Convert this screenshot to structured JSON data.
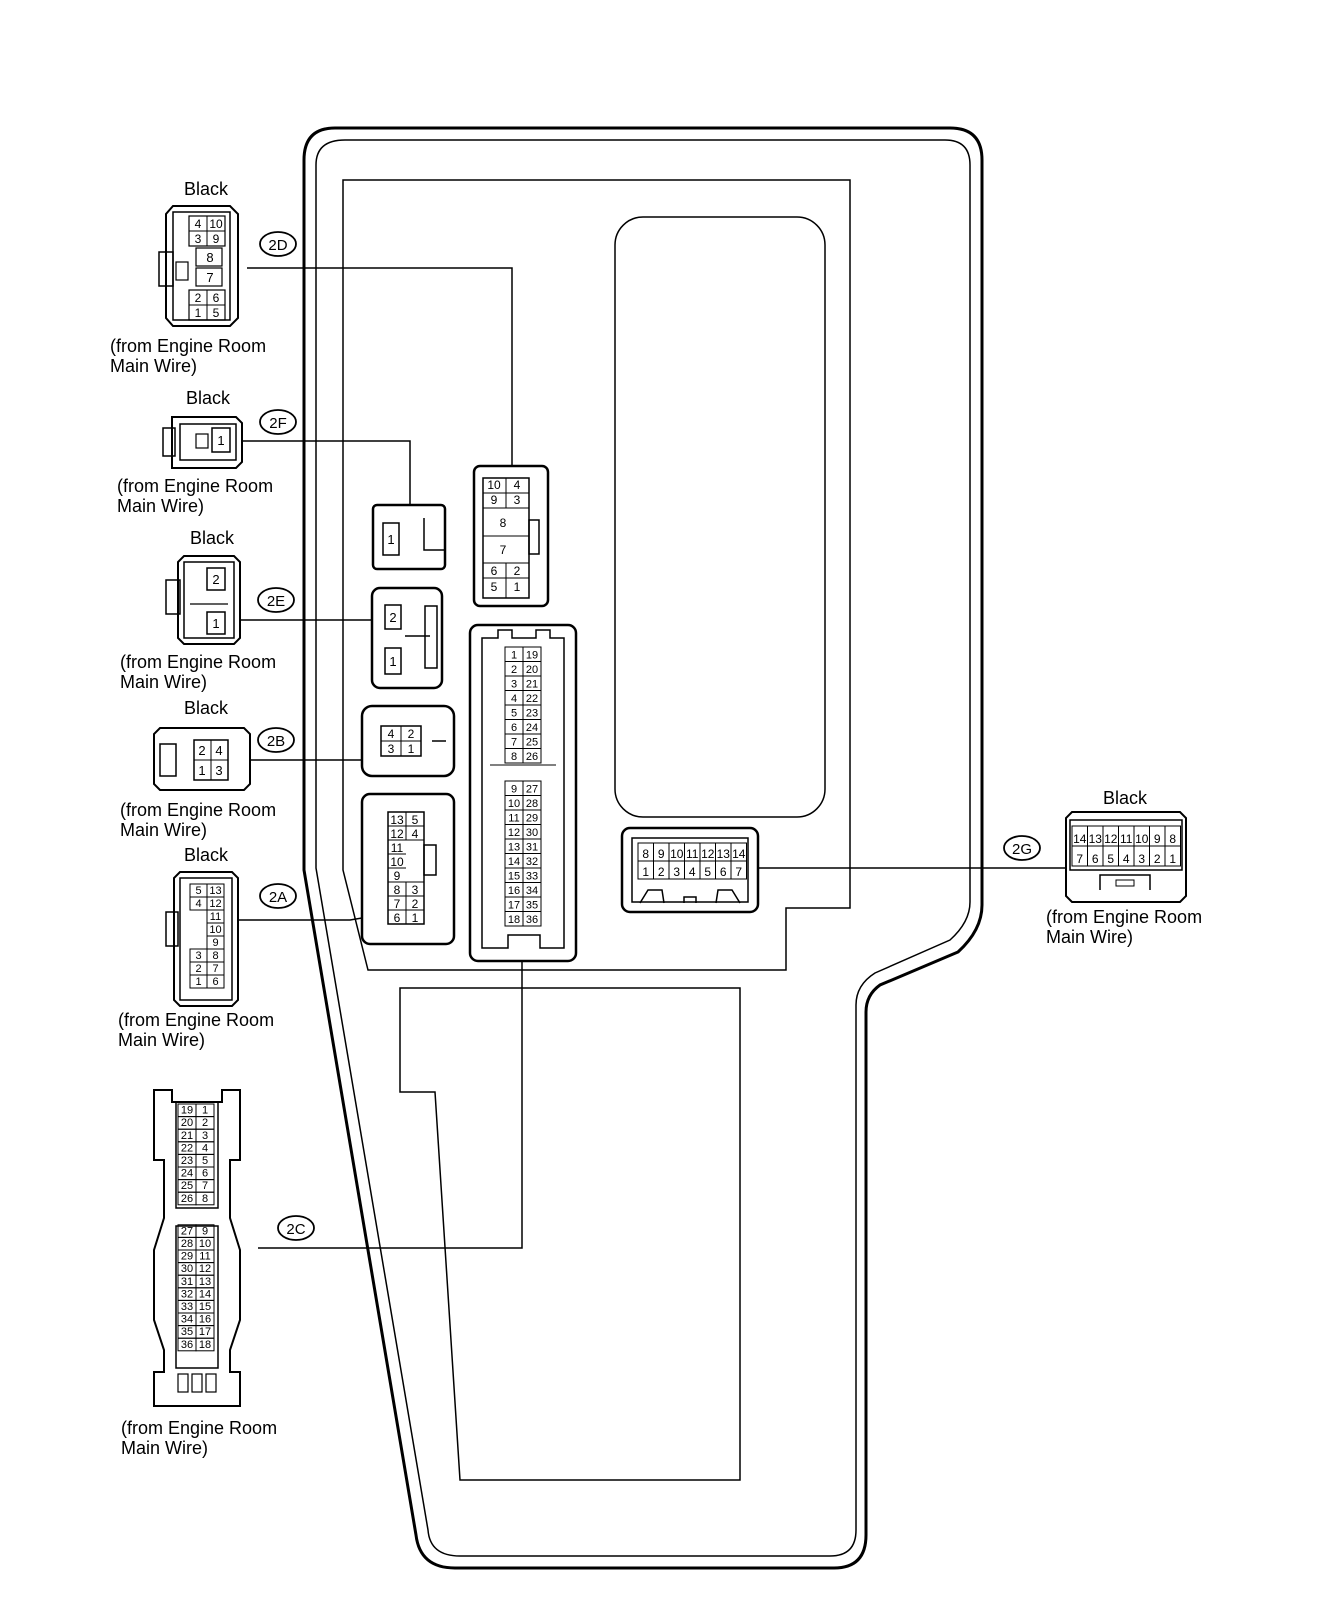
{
  "labels": {
    "color": "Black",
    "source_line1": "(from Engine Room",
    "source_line2": "Main Wire)"
  },
  "connectors": [
    {
      "id": "2D",
      "color": "Black",
      "pins": [
        "4",
        "10",
        "3",
        "9",
        "8",
        "7",
        "2",
        "6",
        "1",
        "5"
      ]
    },
    {
      "id": "2F",
      "color": "Black",
      "pins": [
        "1"
      ]
    },
    {
      "id": "2E",
      "color": "Black",
      "pins": [
        "2",
        "1"
      ]
    },
    {
      "id": "2B",
      "color": "Black",
      "pins": [
        "2",
        "4",
        "1",
        "3"
      ]
    },
    {
      "id": "2A",
      "color": "Black",
      "pins": [
        "5",
        "13",
        "4",
        "12",
        "11",
        "10",
        "9",
        "3",
        "8",
        "2",
        "7",
        "1",
        "6"
      ]
    },
    {
      "id": "2C",
      "color": "",
      "pins": [
        "19",
        "1",
        "20",
        "2",
        "21",
        "3",
        "22",
        "4",
        "23",
        "5",
        "24",
        "6",
        "25",
        "7",
        "26",
        "8",
        "27",
        "9",
        "28",
        "10",
        "29",
        "11",
        "30",
        "12",
        "31",
        "13",
        "32",
        "14",
        "33",
        "15",
        "34",
        "16",
        "35",
        "17",
        "36",
        "18"
      ]
    },
    {
      "id": "2G",
      "color": "Black",
      "pins": [
        "14",
        "13",
        "12",
        "11",
        "10",
        "9",
        "8",
        "7",
        "6",
        "5",
        "4",
        "3",
        "2",
        "1"
      ]
    }
  ],
  "block_sockets": {
    "2D": [
      "10",
      "4",
      "9",
      "3",
      "8",
      "7",
      "6",
      "2",
      "5",
      "1"
    ],
    "2F": [
      "1"
    ],
    "2E": [
      "2",
      "1"
    ],
    "2B": [
      "4",
      "2",
      "3",
      "1"
    ],
    "2A": [
      "13",
      "5",
      "12",
      "4",
      "11",
      "10",
      "9",
      "8",
      "3",
      "7",
      "2",
      "6",
      "1"
    ],
    "2C": [
      "1",
      "19",
      "2",
      "20",
      "3",
      "21",
      "4",
      "22",
      "5",
      "23",
      "6",
      "24",
      "7",
      "25",
      "8",
      "26",
      "9",
      "27",
      "10",
      "28",
      "11",
      "29",
      "12",
      "30",
      "13",
      "31",
      "14",
      "32",
      "15",
      "33",
      "16",
      "34",
      "17",
      "35",
      "18",
      "36"
    ],
    "2G": [
      "8",
      "9",
      "10",
      "11",
      "12",
      "13",
      "14",
      "1",
      "2",
      "3",
      "4",
      "5",
      "6",
      "7"
    ]
  }
}
